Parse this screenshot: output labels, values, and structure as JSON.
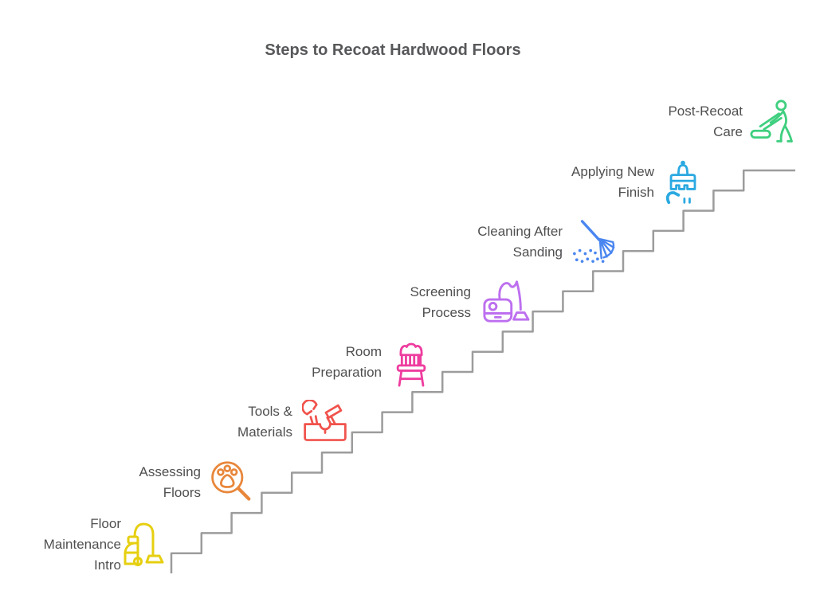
{
  "title": "Steps to Recoat Hardwood Floors",
  "colors": {
    "title_text": "#57585A",
    "label_text": "#4F4F51",
    "stair_line": "#9C9C9C"
  },
  "steps": [
    {
      "label": "Floor\nMaintenance\nIntro",
      "icon": "canister-vacuum-icon",
      "color": "#E6CF10"
    },
    {
      "label": "Assessing\nFloors",
      "icon": "magnifier-paw-icon",
      "color": "#E8873B"
    },
    {
      "label": "Tools &\nMaterials",
      "icon": "toolbox-icon",
      "color": "#F0534C"
    },
    {
      "label": "Room\nPreparation",
      "icon": "chair-icon",
      "color": "#EE3D9F"
    },
    {
      "label": "Screening\nProcess",
      "icon": "upright-vacuum-icon",
      "color": "#BD6FEF"
    },
    {
      "label": "Cleaning After\nSanding",
      "icon": "broom-sweeping-icon",
      "color": "#4A86F0"
    },
    {
      "label": "Applying New\nFinish",
      "icon": "paintbrush-icon",
      "color": "#2BA9E1"
    },
    {
      "label": "Post-Recoat\nCare",
      "icon": "floor-buffer-person-icon",
      "color": "#3FCF7F"
    }
  ]
}
